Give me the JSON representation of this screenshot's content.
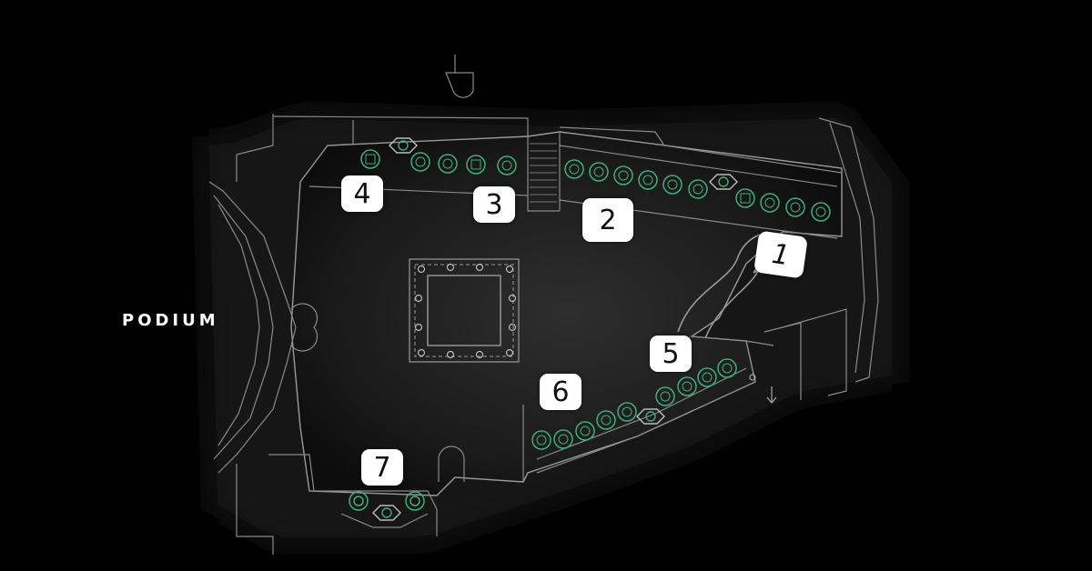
{
  "labels": {
    "podium": "PODIUM"
  },
  "zones": [
    {
      "number": "1"
    },
    {
      "number": "2"
    },
    {
      "number": "3"
    },
    {
      "number": "4"
    },
    {
      "number": "5"
    },
    {
      "number": "6"
    },
    {
      "number": "7"
    }
  ],
  "colors": {
    "background": "#000000",
    "floor": "#1f1f1f",
    "line": "#8a8a8a",
    "seat": "#3fae7a",
    "marker_bg": "#ffffff",
    "marker_text": "#111111",
    "label_text": "#ffffff"
  },
  "icons": {
    "seat": "circle-seat-icon",
    "table": "hexagon-table-icon",
    "column": "pillar-icon"
  }
}
